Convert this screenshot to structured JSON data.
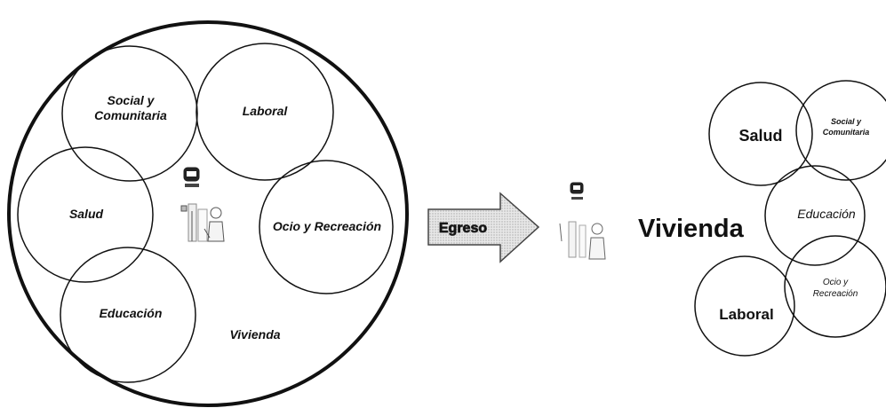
{
  "left_diagram": {
    "social": [
      "Social y",
      "Comunitaria"
    ],
    "laboral": "Laboral",
    "salud": "Salud",
    "ocio": "Ocio y Recreación",
    "educacion": "Educación",
    "vivienda": "Vivienda"
  },
  "arrow": {
    "label": "Egreso"
  },
  "right_diagram": {
    "vivienda": "Vivienda",
    "salud": "Salud",
    "social": [
      "Social y",
      "Comunitaria"
    ],
    "educacion": "Educación",
    "ocio": [
      "Ocio y",
      "Recreación"
    ],
    "laboral": "Laboral"
  }
}
